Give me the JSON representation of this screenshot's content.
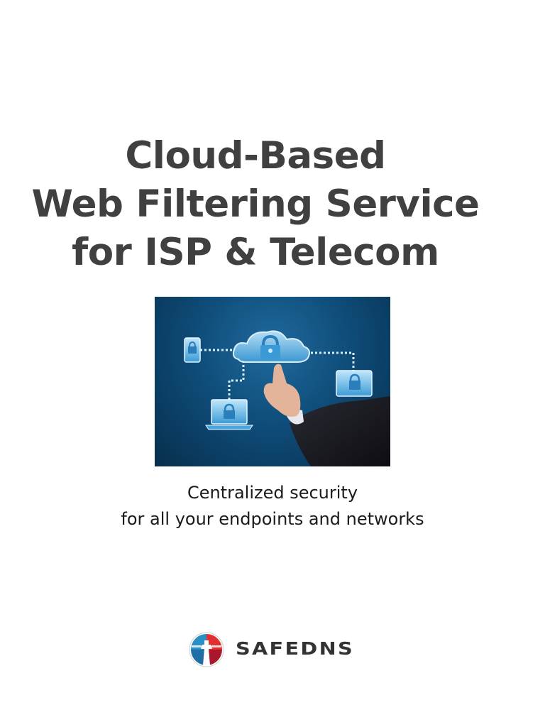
{
  "title": {
    "lines": [
      "Cloud-Based",
      "Web Filtering Service",
      "for ISP & Telecom"
    ],
    "color": "#404040"
  },
  "hero_image": {
    "description": "Hand touching a cloud padlock icon connected by dotted lines to a phone, laptop and tablet, each with padlocks",
    "background": "#0f4d7a"
  },
  "subtitle": {
    "lines": [
      "Centralized security",
      "for all your endpoints and networks"
    ]
  },
  "logo": {
    "wordmark": "SAFEDNS",
    "colors": {
      "blue": "#2a8fc4",
      "red": "#d8232a",
      "text": "#333333"
    }
  }
}
